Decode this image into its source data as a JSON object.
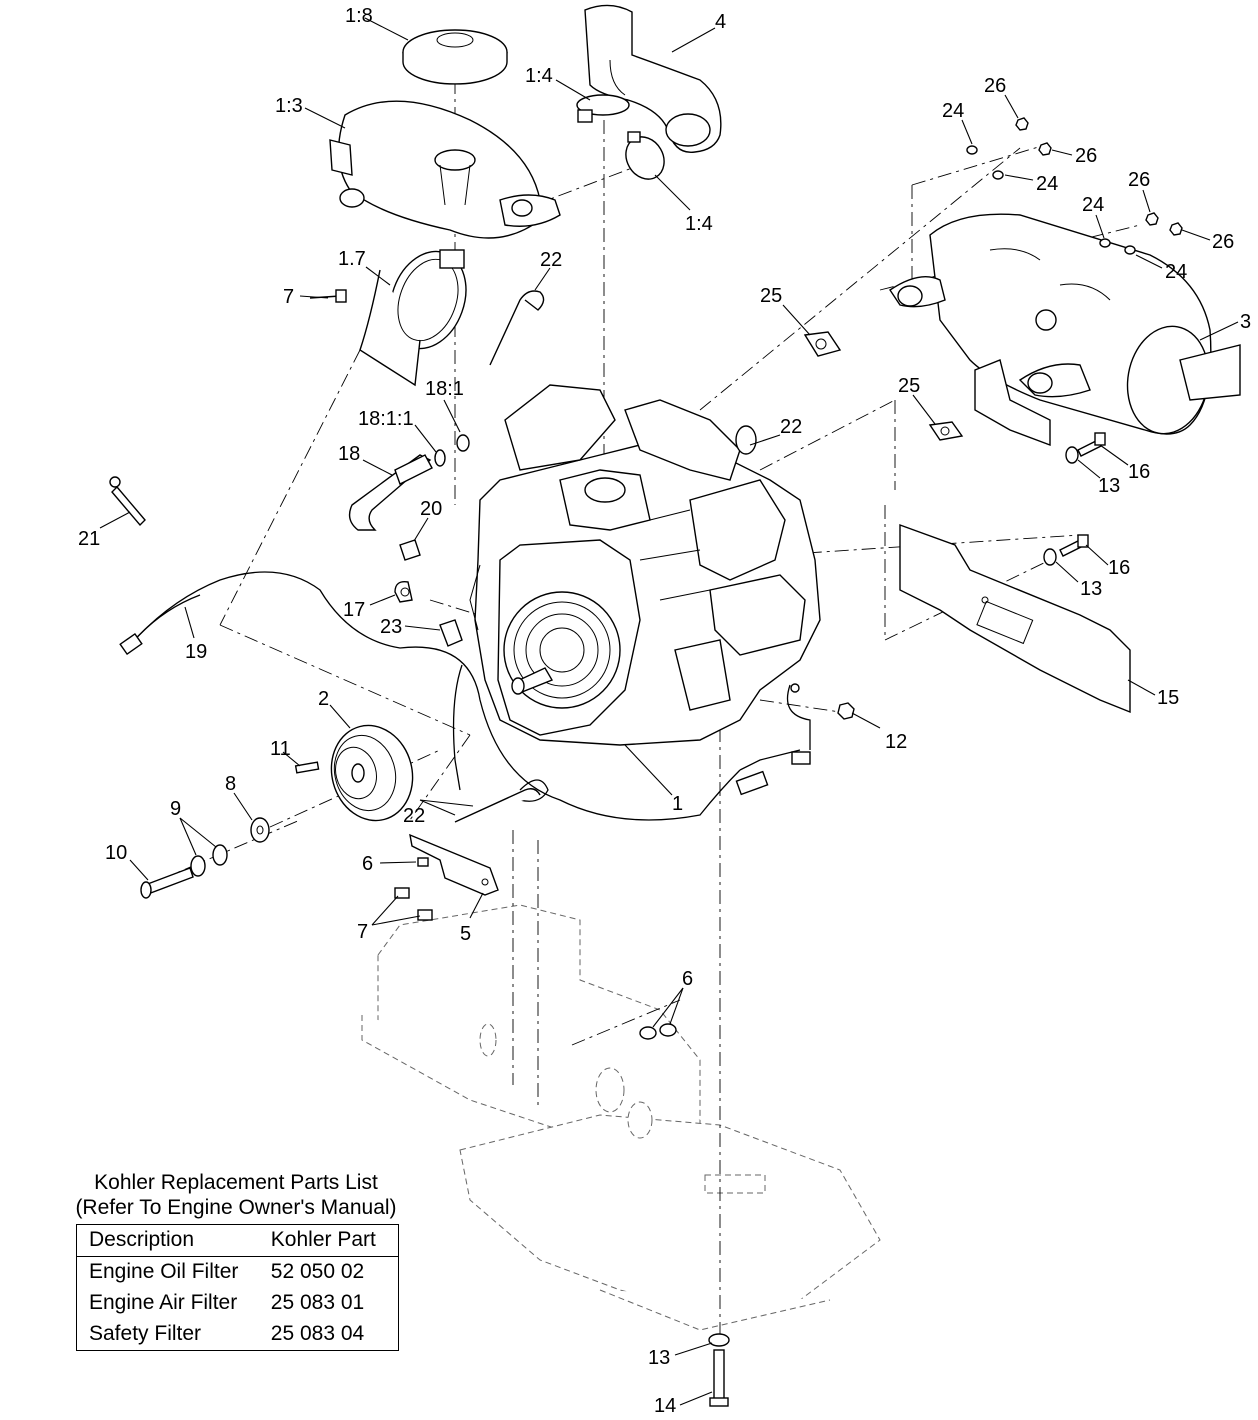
{
  "callouts": {
    "c1_8": "1:8",
    "c1_3": "1:3",
    "c1_4a": "1:4",
    "c1_4b": "1:4",
    "c4": "4",
    "c1_7": "1.7",
    "c7a": "7",
    "c22a": "22",
    "c18_1": "18:1",
    "c18_1_1": "18:1:1",
    "c18": "18",
    "c20": "20",
    "c21": "21",
    "c17": "17",
    "c23": "23",
    "c19": "19",
    "c2": "2",
    "c11": "11",
    "c8": "8",
    "c9": "9",
    "c10": "10",
    "c22b": "22",
    "c6a": "6",
    "c7b": "7",
    "c5": "5",
    "c1": "1",
    "c12": "12",
    "c24a": "24",
    "c26a": "26",
    "c26b": "26",
    "c24b": "24",
    "c24c": "24",
    "c26c": "26",
    "c26d": "26",
    "c24d": "24",
    "c25a": "25",
    "c3": "3",
    "c25b": "25",
    "c22c": "22",
    "c16a": "16",
    "c13a": "13",
    "c16b": "16",
    "c13b": "13",
    "c15": "15",
    "c6b": "6",
    "c13c": "13",
    "c14": "14"
  },
  "parts_list": {
    "title_line1": "Kohler Replacement Parts List",
    "title_line2": "(Refer To Engine Owner's Manual)",
    "headers": {
      "description": "Description",
      "part": "Kohler Part"
    },
    "rows": [
      {
        "description": "Engine Oil Filter",
        "part": "52 050 02"
      },
      {
        "description": "Engine Air Filter",
        "part": "25 083 01"
      },
      {
        "description": "Safety Filter",
        "part": "25 083 04"
      }
    ]
  }
}
